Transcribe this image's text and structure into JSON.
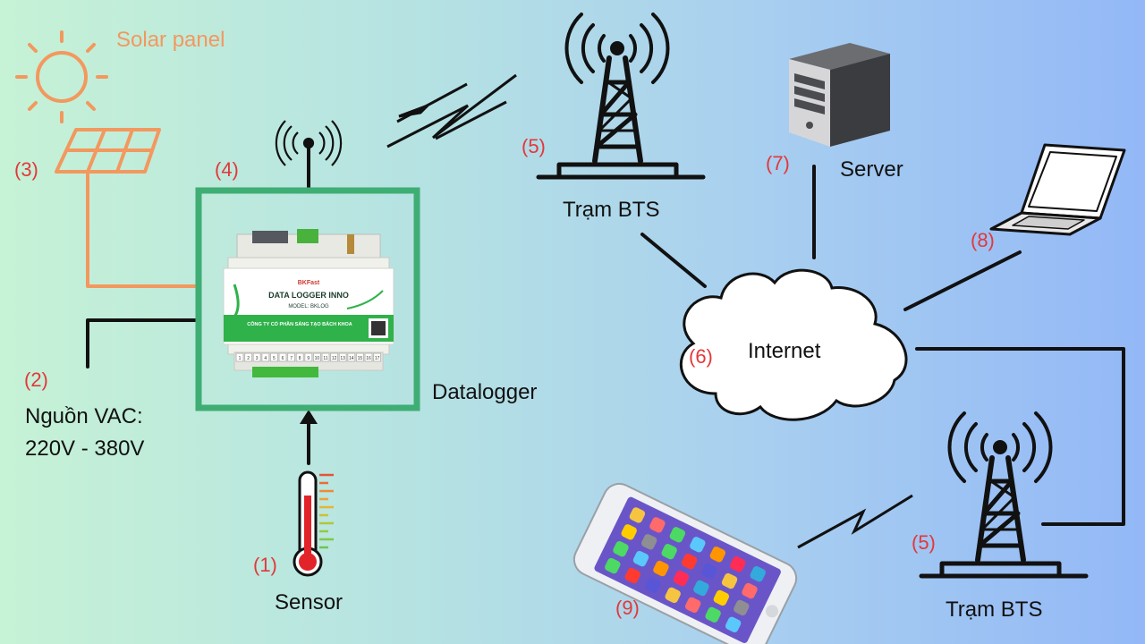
{
  "labels": {
    "solar_panel": "Solar panel",
    "n1": "(1)",
    "n2": "(2)",
    "n3": "(3)",
    "n4": "(4)",
    "n5_top": "(5)",
    "n5_bottom": "(5)",
    "n6": "(6)",
    "n7": "(7)",
    "n8": "(8)",
    "n9": "(9)",
    "tram_bts_top": "Trạm BTS",
    "tram_bts_bottom": "Trạm BTS",
    "server": "Server",
    "internet": "Internet",
    "datalogger": "Datalogger",
    "power_line1": "Nguồn VAC:",
    "power_line2": "220V - 380V",
    "sensor": "Sensor"
  },
  "device": {
    "brand": "BKFast",
    "title": "DATA LOGGER INNO",
    "model": "MODEL: BKLOG",
    "company": "CÔNG TY CỔ PHẦN SÁNG TẠO BÁCH KHOA",
    "terminals": [
      "1",
      "2",
      "3",
      "4",
      "5",
      "6",
      "7",
      "8",
      "9",
      "10",
      "11",
      "12",
      "13",
      "14",
      "15",
      "16",
      "17"
    ]
  },
  "colors": {
    "line_dark": "#111111",
    "solar_orange": "#f3985e",
    "frame_green": "#3fae74",
    "number_red": "#e2383a"
  },
  "icons": [
    "sun-icon",
    "solar-panel-icon",
    "antenna-icon",
    "cell-tower-icon",
    "server-icon",
    "laptop-icon",
    "cloud-icon",
    "thermometer-icon",
    "smartphone-icon",
    "lightning-link-icon"
  ]
}
